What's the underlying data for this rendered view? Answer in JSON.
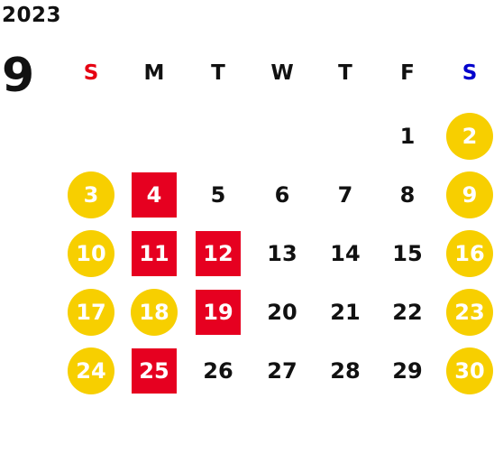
{
  "year": "2023",
  "month": "9",
  "weekdays": [
    {
      "label": "S",
      "color": "#e60012"
    },
    {
      "label": "M",
      "color": "#111111"
    },
    {
      "label": "T",
      "color": "#111111"
    },
    {
      "label": "W",
      "color": "#111111"
    },
    {
      "label": "T",
      "color": "#111111"
    },
    {
      "label": "F",
      "color": "#111111"
    },
    {
      "label": "S",
      "color": "#0000cc"
    }
  ],
  "colors": {
    "weekend": "#f7cf00",
    "holiday": "#e60020",
    "text": "#111111",
    "highlight_text": "#ffffff"
  },
  "weeks": [
    [
      null,
      null,
      null,
      null,
      null,
      {
        "day": "1",
        "mark": "none"
      },
      {
        "day": "2",
        "mark": "weekend"
      }
    ],
    [
      {
        "day": "3",
        "mark": "weekend"
      },
      {
        "day": "4",
        "mark": "holiday"
      },
      {
        "day": "5",
        "mark": "none"
      },
      {
        "day": "6",
        "mark": "none"
      },
      {
        "day": "7",
        "mark": "none"
      },
      {
        "day": "8",
        "mark": "none"
      },
      {
        "day": "9",
        "mark": "weekend"
      }
    ],
    [
      {
        "day": "10",
        "mark": "weekend"
      },
      {
        "day": "11",
        "mark": "holiday"
      },
      {
        "day": "12",
        "mark": "holiday"
      },
      {
        "day": "13",
        "mark": "none"
      },
      {
        "day": "14",
        "mark": "none"
      },
      {
        "day": "15",
        "mark": "none"
      },
      {
        "day": "16",
        "mark": "weekend"
      }
    ],
    [
      {
        "day": "17",
        "mark": "weekend"
      },
      {
        "day": "18",
        "mark": "weekend"
      },
      {
        "day": "19",
        "mark": "holiday"
      },
      {
        "day": "20",
        "mark": "none"
      },
      {
        "day": "21",
        "mark": "none"
      },
      {
        "day": "22",
        "mark": "none"
      },
      {
        "day": "23",
        "mark": "weekend"
      }
    ],
    [
      {
        "day": "24",
        "mark": "weekend"
      },
      {
        "day": "25",
        "mark": "holiday"
      },
      {
        "day": "26",
        "mark": "none"
      },
      {
        "day": "27",
        "mark": "none"
      },
      {
        "day": "28",
        "mark": "none"
      },
      {
        "day": "29",
        "mark": "none"
      },
      {
        "day": "30",
        "mark": "weekend"
      }
    ]
  ]
}
